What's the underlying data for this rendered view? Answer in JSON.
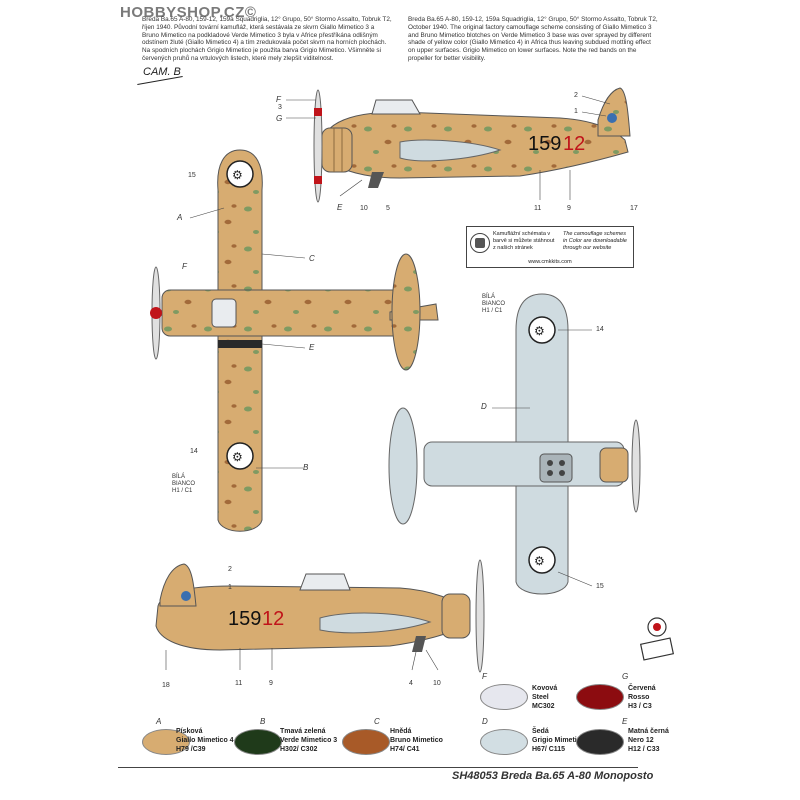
{
  "watermark": "HOBBYSHOP.CZ©",
  "text_cz": "Breda Ba.65 A-80, 159-12, 159a Squadriglia, 12° Grupo, 50° Stormo Assalto, Tobruk T2, říjen 1940. Původní tovární kamufláž, která sestávala ze skvrn Giallo Mimetico 3 a Bruno Mimetico na podkladové Verde Mimetico 3 byla v Africe přestříkána odlišným odstínem žluté (Giallo Mimetico 4) a tím zredukovala počet skvrn na horních plochách. Na spodních plochách Grigio Mimetico je použita barva Grigio Mimetico. Všimněte si červených pruhů na vrtulových listech, které mely zlepšit viditelnost.",
  "text_en": "Breda Ba.65 A-80, 159-12, 159a Squadriglia, 12° Grupo, 50° Stormo Assalto, Tobruk T2, October 1940. The original factory camouflage scheme consisting of Giallo Mimetico 3 and Bruno Mimetico blotches on Verde Mimetico 3 base was over sprayed by different shade of yellow color (Giallo Mimetico 4) in Africa thus leaving subdued mottling effect on upper surfaces. Grigio Mimetico on lower surfaces. Note the red bands on the propeller for better visibility.",
  "cam_label": "CAM. B",
  "callouts": {
    "side_top": [
      "F",
      "3",
      "G",
      "E",
      "10",
      "5",
      "2",
      "1",
      "11",
      "9",
      "17"
    ],
    "top_view": [
      "15",
      "A",
      "F",
      "C",
      "E",
      "14",
      "B"
    ],
    "bottom_view": [
      "14",
      "D",
      "15"
    ],
    "side_bottom": [
      "2",
      "1",
      "18",
      "11",
      "9",
      "4",
      "10"
    ]
  },
  "bia_label": [
    "BÍLÁ",
    "BIANCO",
    "H1 / C1"
  ],
  "code": {
    "number": "159",
    "suffix": "12"
  },
  "note": {
    "cz": "Kamuflážní schémata v barvě si můžete stáhnout z našich stránek",
    "en": "The camouflage schemes in Color are downloadable through our website",
    "url": "www.cmkkits.com"
  },
  "swatches": [
    {
      "letter": "A",
      "lines": [
        "Písková",
        "Giallo Mimetico 4",
        "H79 /C39"
      ],
      "color": "#D7AC71"
    },
    {
      "letter": "B",
      "lines": [
        "Tmavá zelená",
        "Verde Mimetico 3",
        "H302/ C302"
      ],
      "color": "#1F3A1A"
    },
    {
      "letter": "C",
      "lines": [
        "Hnědá",
        "Bruno Mimetico",
        "H74/ C41"
      ],
      "color": "#A85A28"
    },
    {
      "letter": "D",
      "lines": [
        "Šedá",
        "Grigio Mimetico",
        "H67/ C115"
      ],
      "color": "#D2DEE3"
    },
    {
      "letter": "E",
      "lines": [
        "Matná černá",
        "Nero 12",
        "H12 / C33"
      ],
      "color": "#2A2A2A"
    },
    {
      "letter": "F",
      "lines": [
        "Kovová",
        "Steel",
        "MC302"
      ],
      "color": "#E6E7EE"
    },
    {
      "letter": "G",
      "lines": [
        "Červená",
        "Rosso",
        "H3 / C3"
      ],
      "color": "#8C0C10"
    }
  ],
  "footer_title": "SH48053 Breda Ba.65 A-80 Monoposto",
  "colors": {
    "sand": "#D7AC71",
    "grey": "#CFDBE0",
    "green": "#6D8A55",
    "brown": "#9A6535",
    "red": "#C0141A"
  }
}
